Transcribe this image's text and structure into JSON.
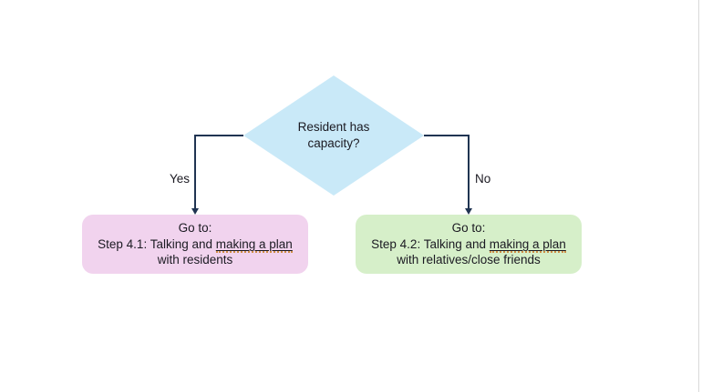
{
  "flowchart": {
    "decision": {
      "line1": "Resident has",
      "line2": "capacity?",
      "fill": "#c9e9f8"
    },
    "yes_branch": {
      "label": "Yes"
    },
    "no_branch": {
      "label": "No"
    },
    "left_box": {
      "line1": "Go to:",
      "line2_prefix": "Step 4.1: Talking and ",
      "line2_underlined": "making a plan",
      "line3": "with residents",
      "fill": "#f1d3ee"
    },
    "right_box": {
      "line1": "Go to:",
      "line2_prefix": "Step 4.2: Talking and ",
      "line2_underlined": "making a plan",
      "line3": "with relatives/close friends",
      "fill": "#d6efc9"
    },
    "colors": {
      "connector": "#203452",
      "text": "#1b1a22",
      "spellcheck_dots": "#cf8e45",
      "page_edge": "#d9d9d9"
    }
  }
}
